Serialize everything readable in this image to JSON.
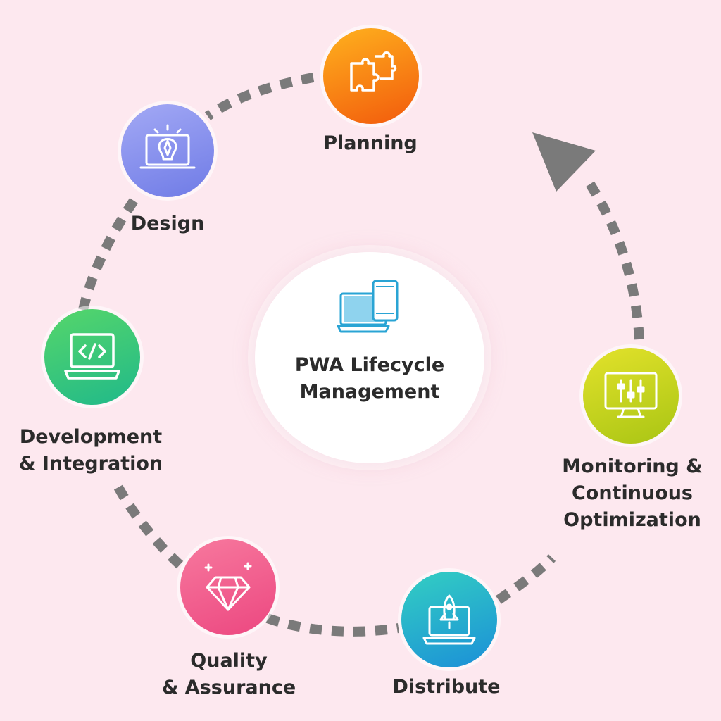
{
  "diagram": {
    "center": {
      "title_line1": "PWA Lifecycle",
      "title_line2": "Management",
      "icon": "devices-icon"
    },
    "stages": [
      {
        "id": "planning",
        "label_lines": [
          "Planning"
        ],
        "icon": "puzzle-icon",
        "color_from": "#ffb21e",
        "color_to": "#f25a0c"
      },
      {
        "id": "design",
        "label_lines": [
          "Design"
        ],
        "icon": "lightbulb-pen-icon",
        "color_from": "#a3a9f5",
        "color_to": "#6f7be6"
      },
      {
        "id": "development",
        "label_lines": [
          "Development",
          "& Integration"
        ],
        "icon": "code-laptop-icon",
        "color_from": "#56d66a",
        "color_to": "#20b98a"
      },
      {
        "id": "quality",
        "label_lines": [
          "Quality",
          "& Assurance"
        ],
        "icon": "diamond-icon",
        "color_from": "#f7799e",
        "color_to": "#ec4780"
      },
      {
        "id": "distribute",
        "label_lines": [
          "Distribute"
        ],
        "icon": "rocket-laptop-icon",
        "color_from": "#33cfc2",
        "color_to": "#1b8fd8"
      },
      {
        "id": "monitoring",
        "label_lines": [
          "Monitoring &",
          "Continuous",
          "Optimization"
        ],
        "icon": "monitor-sliders-icon",
        "color_from": "#e3e22b",
        "color_to": "#a9c514"
      }
    ],
    "colors": {
      "background": "#fde8ef",
      "ring_dash": "#7a7a7a",
      "text": "#2b2b2b",
      "center_icon": "#2aa4d4"
    }
  }
}
